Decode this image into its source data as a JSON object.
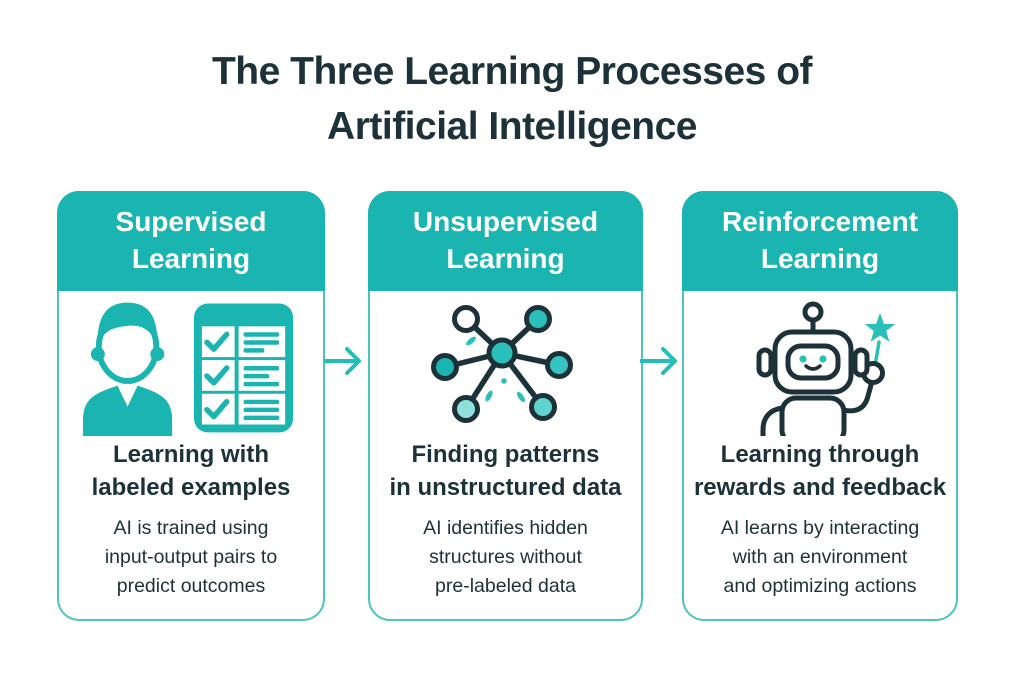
{
  "title": "The Three Learning Processes of\nArtificial Intelligence",
  "colors": {
    "teal": "#1BB5B1",
    "teal_medium": "#2BBFBA",
    "teal_light": "#8FE0DC",
    "dark_text": "#1C3138",
    "card_border": "#4CC4C0",
    "arrow": "#25BDB8",
    "background": "#FFFFFF"
  },
  "cards": [
    {
      "header": "Supervised\nLearning",
      "icon": "person-checklist-icon",
      "heading": "Learning with\nlabeled examples",
      "description": "AI is trained using\ninput-output pairs to\npredict outcomes"
    },
    {
      "header": "Unsupervised\nLearning",
      "icon": "network-nodes-icon",
      "heading": "Finding patterns\nin unstructured data",
      "description": "AI identifies hidden\nstructures without\npre-labeled data"
    },
    {
      "header": "Reinforcement\nLearning",
      "icon": "robot-star-icon",
      "heading": "Learning through\nrewards and feedback",
      "description": "AI learns by interacting\nwith an environment\nand optimizing actions"
    }
  ],
  "arrows": [
    {
      "icon": "right-arrow-icon"
    },
    {
      "icon": "right-arrow-icon"
    }
  ]
}
